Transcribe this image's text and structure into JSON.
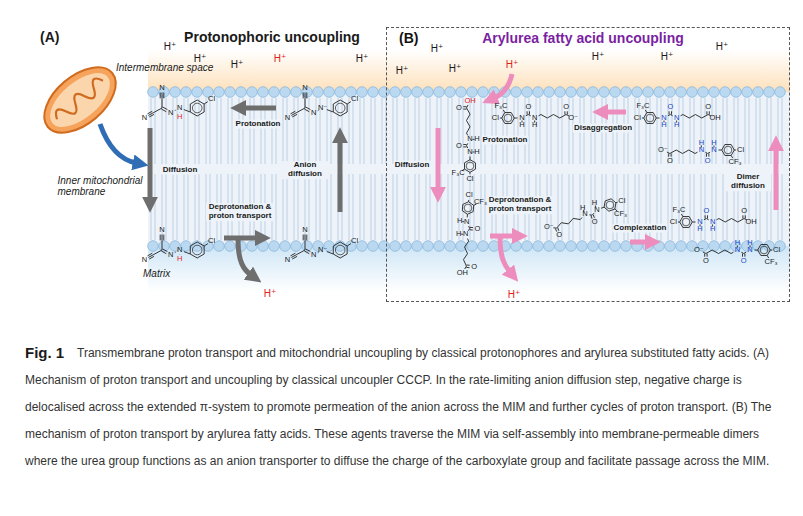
{
  "diagram": {
    "caption": "Transmembrane proton transport and mitochondrial uncoupling by classical protonophores and arylurea substituted fatty acids. (A) Mechanism of proton transport and uncoupling by classical uncoupler CCCP. In the rate-limiting anion diffusion step, negative charge is delocalised across the extended π-system to promote permeation of the anion across the MIM and further cycles of proton transport. (B) The mechanism of proton transport by arylurea fatty acids. These agents traverse the MIM via self-assembly into membrane-permeable dimers where the urea group functions as an anion transporter to diffuse the charge of the carboxylate group and facilitate passage across the MIM.",
    "nodes": [
      {
        "text": [
          "(B)",
          "Arylurea fatty acid uncoupling"
        ]
      }
    ],
    "labels": [
      "(A)",
      "Protonophoric uncoupling",
      "Intermembrane space",
      "Inner mitochondrial membrane",
      "Matrix",
      "H⁺",
      "H⁺",
      "H⁺",
      "H⁺",
      "H⁺",
      "H⁺",
      "H⁺",
      "H⁺",
      "H⁺",
      "H⁺",
      "H⁺",
      "H⁺",
      "H⁺",
      "H⁺",
      "Protonation",
      "Diffusion",
      "Anion diffusion",
      "Deprotonation & proton transport",
      "Protonation",
      "Disaggregation",
      "Diffusion",
      "Dimer diffusion",
      "Deprotonation & proton transport",
      "Complexation",
      "Fig. 1",
      "N",
      "N",
      "N",
      "N",
      "H",
      "Cl",
      "N",
      "N",
      "N",
      "N⁻",
      "Cl",
      "N",
      "N",
      "N",
      "N",
      "H",
      "Cl",
      "N",
      "N",
      "N",
      "N⁻",
      "Cl",
      "F₃C",
      "Cl",
      "N",
      "H",
      "O",
      "N",
      "H",
      "O",
      "OH",
      "F₃C",
      "Cl",
      "N",
      "H",
      "O",
      "N",
      "H",
      "O",
      "O⁻",
      "F₃C",
      "Cl",
      "N",
      "H",
      "O",
      "N",
      "H",
      "O",
      "OH",
      "CF₃",
      "Cl",
      "N",
      "H",
      "O",
      "N",
      "H",
      "O",
      "O⁻",
      "CF₃",
      "Cl",
      "N",
      "H",
      "O",
      "N",
      "H",
      "O",
      "OH",
      "CF₃",
      "Cl",
      "N",
      "H",
      "O",
      "N",
      "H",
      "O",
      "O⁻",
      "F₃C",
      "Cl",
      "N",
      "H",
      "O",
      "N",
      "H",
      "O",
      "OH",
      "CF₃",
      "Cl",
      "N",
      "H",
      "O",
      "N",
      "H",
      "O",
      "O⁻"
    ]
  }
}
